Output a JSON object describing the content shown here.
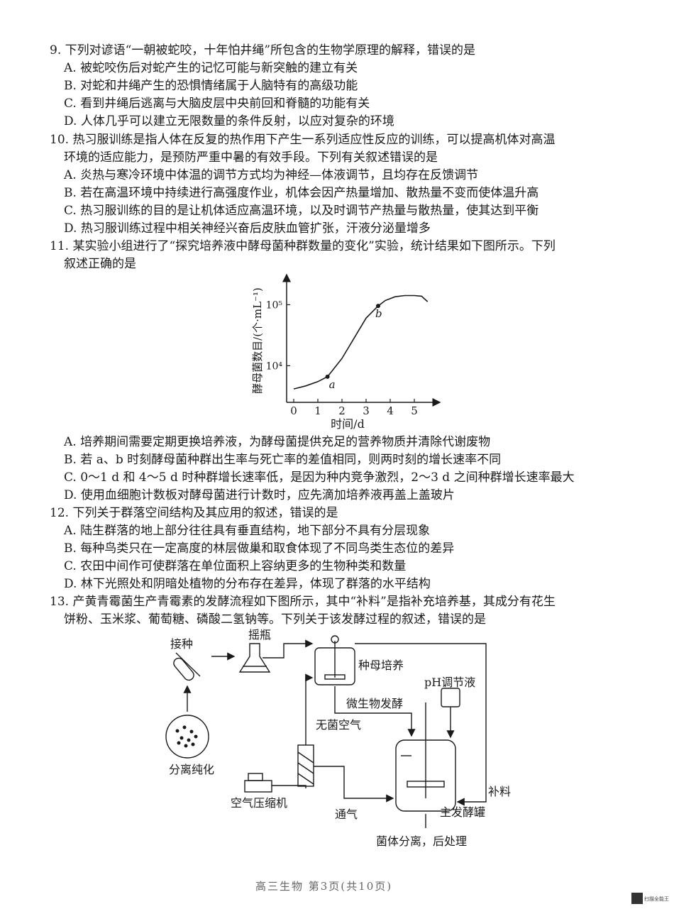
{
  "q9": {
    "stem": "9. 下列对谚语“一朝被蛇咬，十年怕井绳”所包含的生物学原理的解释，错误的是",
    "A": "A. 被蛇咬伤后对蛇产生的记忆可能与新突触的建立有关",
    "B": "B. 对蛇和井绳产生的恐惧情绪属于人脑特有的高级功能",
    "C": "C. 看到井绳后逃离与大脑皮层中央前回和脊髓的功能有关",
    "D": "D. 人体几乎可以建立无限数量的条件反射，以应对复杂的环境"
  },
  "q10": {
    "stem1": "10. 热习服训练是指人体在反复的热作用下产生一系列适应性反应的训练，可以提高机体对高温",
    "stem2": "环境的适应能力，是预防严重中暑的有效手段。下列有关叙述错误的是",
    "A": "A. 炎热与寒冷环境中体温的调节方式均为神经—体液调节，且均存在反馈调节",
    "B": "B. 若在高温环境中持续进行高强度作业，机体会因产热量增加、散热量不变而使体温升高",
    "C": "C. 热习服训练的目的是让机体适应高温环境，以及时调节产热量与散热量，使其达到平衡",
    "D": "D. 热习服训练过程中相关神经兴奋后皮肤血管扩张，汗液分泌量增多"
  },
  "q11": {
    "stem1": "11. 某实验小组进行了“探究培养液中酵母菌种群数量的变化”实验，统计结果如下图所示。下列",
    "stem2": "叙述正确的是",
    "A": "A. 培养期间需要定期更换培养液，为酵母菌提供充足的营养物质并清除代谢废物",
    "B": "B. 若 a、b 时刻酵母菌种群出生率与死亡率的差值相同，则两时刻的增长速率不同",
    "C": "C. 0～1 d 和 4～5 d 时种群增长速率低，是因为种内竞争激烈，2～3 d 之间种群增长速率最大",
    "D": "D. 使用血细胞计数板对酵母菌进行计数时，应先滴加培养液再盖上盖玻片"
  },
  "chart_data": {
    "type": "line",
    "xlabel": "时间/d",
    "ylabel": "酵母菌数目/(个·mL⁻¹)",
    "x_ticks": [
      "0",
      "1",
      "2",
      "3",
      "4",
      "5"
    ],
    "y_tick_labels": [
      {
        "label": "10⁴",
        "value": 4
      },
      {
        "label": "10⁵",
        "value": 5
      }
    ],
    "series": [
      {
        "x": [
          0,
          0.5,
          1.0,
          1.4,
          2.0,
          2.5,
          3.0,
          3.5,
          3.8,
          4.2,
          4.6,
          5.0,
          5.3,
          5.55
        ],
        "y": [
          3.62,
          3.67,
          3.74,
          3.82,
          4.12,
          4.45,
          4.78,
          4.98,
          5.07,
          5.13,
          5.15,
          5.15,
          5.14,
          5.05
        ]
      }
    ],
    "points": [
      {
        "label": "a",
        "x": 1.4,
        "y": 3.82
      },
      {
        "label": "b",
        "x": 3.5,
        "y": 4.98
      }
    ],
    "xlim": [
      0,
      6
    ],
    "ylim": [
      3.4,
      5.4
    ]
  },
  "q12": {
    "stem": "12. 下列关于群落空间结构及其应用的叙述，错误的是",
    "A": "A. 陆生群落的地上部分往往具有垂直结构，地下部分不具有分层现象",
    "B": "B. 每种鸟类只在一定高度的林层做巢和取食体现了不同鸟类生态位的差异",
    "C": "C. 农田中间作可使群落在单位面积上容纳更多的生物种类和数量",
    "D": "D. 林下光照处和阴暗处植物的分布存在差异，体现了群落的水平结构"
  },
  "q13": {
    "stem1": "13. 产黄青霉菌生产青霉素的发酵流程如下图所示，其中“补料”是指补充培养基，其成分有花生",
    "stem2": "饼粉、玉米浆、葡萄糖、磷酸二氢钠等。下列关于该发酵过程的叙述，错误的是"
  },
  "diagram": {
    "inoculate": "接种",
    "shake_flask": "摇瓶",
    "seed_culture": "种母培养",
    "ph_solution": "pH调节液",
    "microbial_fermentation": "微生物发酵",
    "sterile_air": "无菌空气",
    "isolation": "分离纯化",
    "air_compressor": "空气压缩机",
    "feeding": "补料",
    "aeration": "通气",
    "main_fermenter": "主发酵罐",
    "separation": "菌体分离，后处理"
  },
  "footer": {
    "text": "高三生物  第3页(共10页)"
  },
  "watermark": {
    "label": "扫描全能王"
  }
}
